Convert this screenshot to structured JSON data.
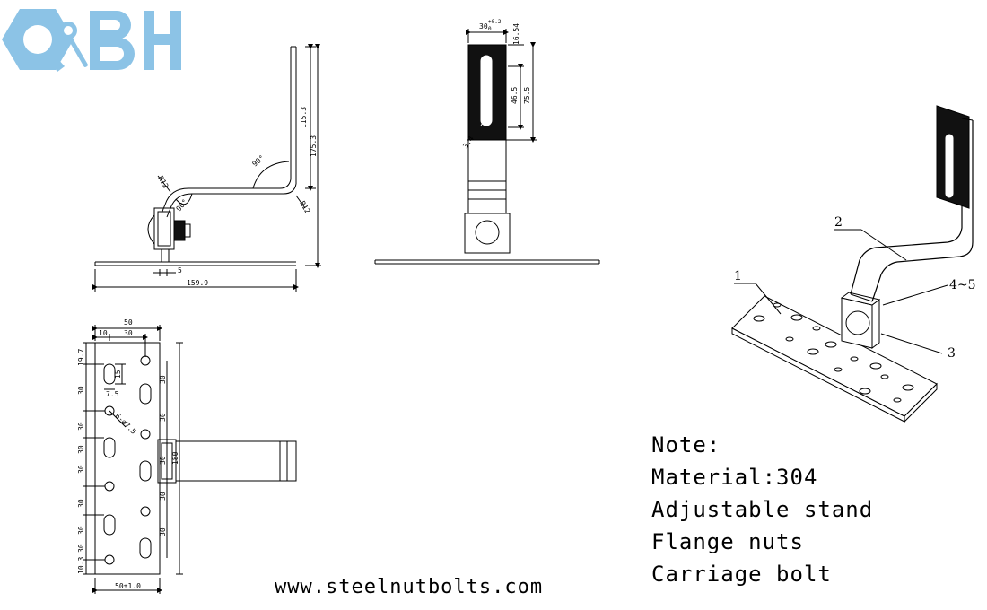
{
  "logo": {
    "text": "QBH",
    "color": "#8cc3e6",
    "icon": "wrench-icon"
  },
  "side_view": {
    "dims": [
      "115.3",
      "175.3",
      "90°",
      "R12",
      "90°",
      "R12",
      "5",
      "159.9"
    ]
  },
  "front_view": {
    "dims": [
      "30",
      "+0.2",
      "0",
      "16.54",
      "46.5",
      "75.5",
      "3.4"
    ]
  },
  "plan_view": {
    "dims_top": [
      "50",
      "10",
      "30"
    ],
    "dims_left": [
      "19.7",
      "30",
      "30",
      "30",
      "30",
      "30",
      "30",
      "30",
      "10.3"
    ],
    "dims_right": [
      "30",
      "30",
      "30",
      "180",
      "30",
      "30"
    ],
    "slot_dims": [
      "15",
      "7.5"
    ],
    "hole_label": "6-∅7.5",
    "bottom_dim": "50±1.0"
  },
  "iso_view": {
    "callouts": [
      "1",
      "2",
      "3",
      "4~5"
    ]
  },
  "note": {
    "title": "Note:",
    "lines": [
      "Material:304",
      "Adjustable stand",
      "Flange nuts",
      "Carriage bolt"
    ]
  },
  "website": "www.steelnutbolts.com"
}
